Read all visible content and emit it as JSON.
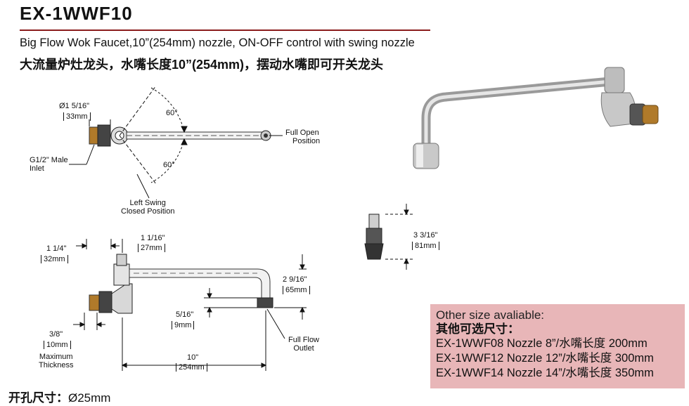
{
  "header": {
    "model": "EX-1WWF10",
    "description_en": "Big Flow Wok Faucet,10”(254mm) nozzle, ON-OFF control with swing nozzle",
    "description_cn": "大流量炉灶龙头，水嘴长度10”(254mm)，摆动水嘴即可开关龙头"
  },
  "top_view": {
    "diameter_label": "Ø1 5/16\"",
    "diameter_mm": "33mm",
    "angle_upper": "60°",
    "angle_lower": "60°",
    "full_open_line1": "Full Open",
    "full_open_line2": "Position",
    "inlet_line1": "G1/2\" Male",
    "inlet_line2": "Inlet",
    "left_swing_line1": "Left Swing",
    "left_swing_line2": "Closed Position"
  },
  "side_view": {
    "dim_1_1_4": "1 1/4\"",
    "dim_1_1_4_mm": "32mm",
    "dim_1_1_16": "1 1/16\"",
    "dim_1_1_16_mm": "27mm",
    "dim_2_9_16": "2 9/16\"",
    "dim_2_9_16_mm": "65mm",
    "dim_5_16": "5/16\"",
    "dim_5_16_mm": "9mm",
    "dim_3_8": "3/8\"",
    "dim_3_8_mm": "10mm",
    "max_thick_line1": "Maximum",
    "max_thick_line2": "Thickness",
    "outlet_line1": "Full Flow",
    "outlet_line2": "Outlet",
    "dim_10": "10\"",
    "dim_10_mm": "254mm"
  },
  "end_view": {
    "dim_3_3_16": "3 3/16\"",
    "dim_3_3_16_mm": "81mm"
  },
  "other_sizes": {
    "title_en": "Other size avaliable:",
    "title_cn": "其他可选尺寸：",
    "rows": [
      "EX-1WWF08  Nozzle 8”/水嘴长度 200mm",
      "EX-1WWF12  Nozzle 12”/水嘴长度 300mm",
      "EX-1WWF14  Nozzle 14”/水嘴长度 350mm"
    ]
  },
  "hole_size": {
    "label": "开孔尺寸：",
    "value": "Ø25mm"
  },
  "colors": {
    "rule": "#8b1c1c",
    "size_box_bg": "#e8b6b8",
    "brass": "#b07a2a"
  }
}
